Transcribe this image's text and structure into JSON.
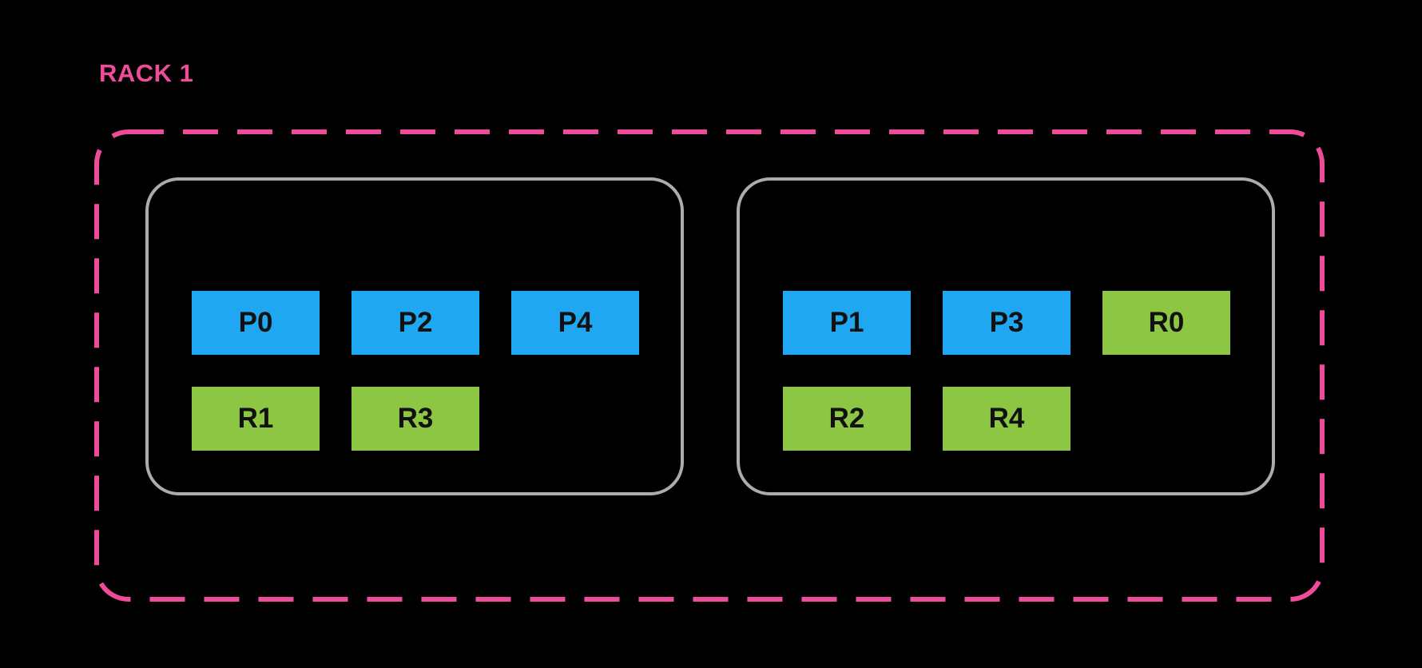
{
  "colors": {
    "background": "#000000",
    "rack_border": "#EE4C9B",
    "rack_label": "#EE4C9B",
    "node_border": "#ACACAC",
    "primary_box": "#1FA8F1",
    "replica_box": "#8DC642",
    "box_text": "#111111"
  },
  "rack": {
    "label": "RACK 1",
    "nodes": [
      {
        "id": "node-1",
        "rows": [
          {
            "boxes": [
              {
                "label": "P0",
                "kind": "primary"
              },
              {
                "label": "P2",
                "kind": "primary"
              },
              {
                "label": "P4",
                "kind": "primary"
              }
            ]
          },
          {
            "boxes": [
              {
                "label": "R1",
                "kind": "replica"
              },
              {
                "label": "R3",
                "kind": "replica"
              }
            ]
          }
        ]
      },
      {
        "id": "node-2",
        "rows": [
          {
            "boxes": [
              {
                "label": "P1",
                "kind": "primary"
              },
              {
                "label": "P3",
                "kind": "primary"
              },
              {
                "label": "R0",
                "kind": "replica"
              }
            ]
          },
          {
            "boxes": [
              {
                "label": "R2",
                "kind": "replica"
              },
              {
                "label": "R4",
                "kind": "replica"
              }
            ]
          }
        ]
      }
    ]
  }
}
